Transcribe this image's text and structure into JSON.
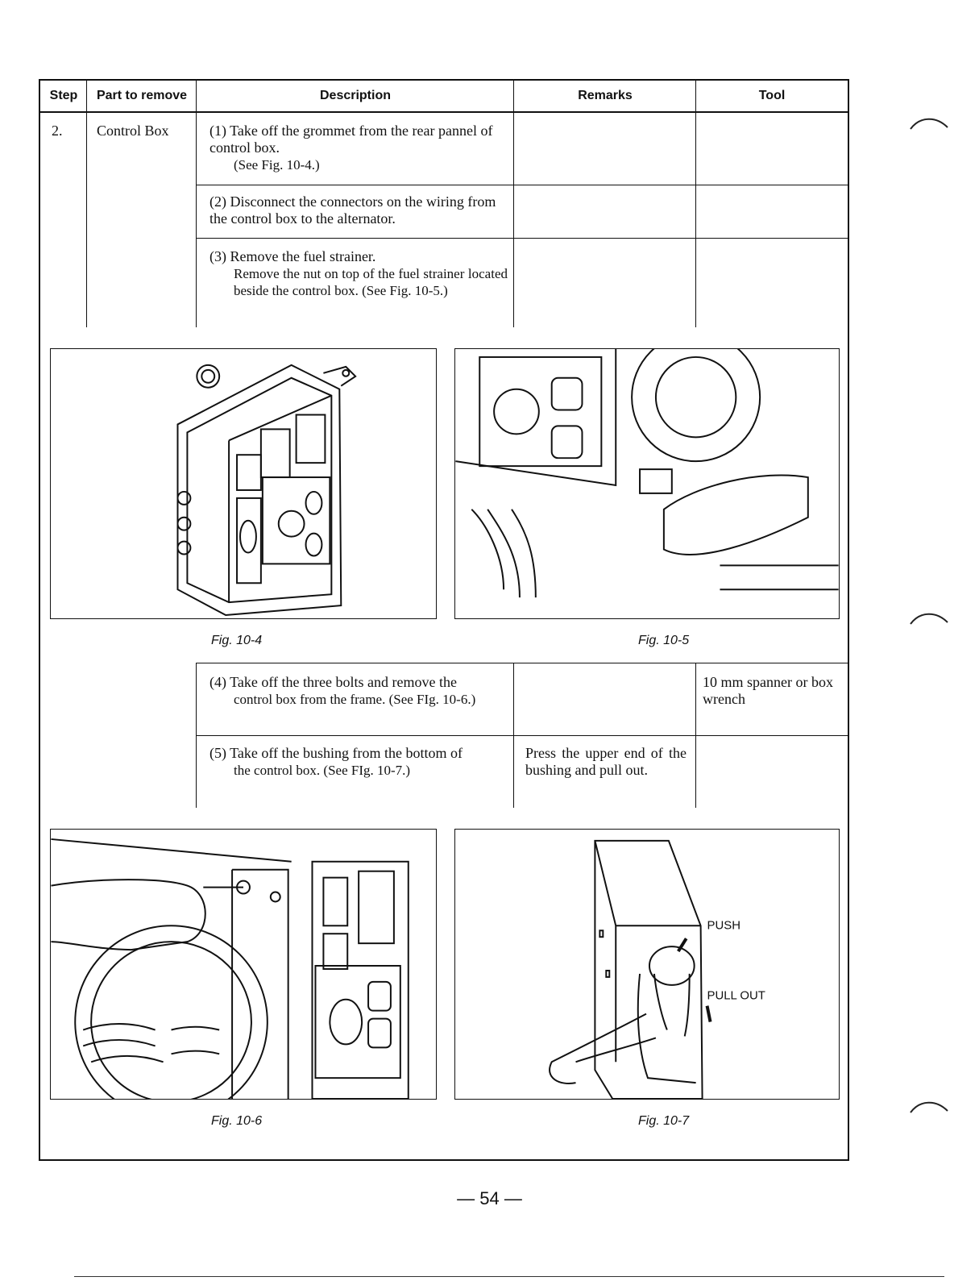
{
  "table": {
    "headers": {
      "step": "Step",
      "part": "Part to remove",
      "description": "Description",
      "remarks": "Remarks",
      "tool": "Tool"
    },
    "step_number": "2.",
    "part_name": "Control Box",
    "rows": [
      {
        "lead": "(1) Take off the grommet from the rear pannel of control box.",
        "body": "(See Fig. 10-4.)",
        "remarks": "",
        "tool": ""
      },
      {
        "lead": "(2) Disconnect the connectors on the wiring from the control box to the alternator.",
        "body": "",
        "remarks": "",
        "tool": ""
      },
      {
        "lead": "(3) Remove the fuel strainer.",
        "body": "Remove the nut on top of the fuel strainer located beside the control box. (See Fig. 10-5.)",
        "remarks": "",
        "tool": ""
      },
      {
        "lead": "(4) Take off the three bolts and remove the",
        "body": "control box from the frame. (See FIg. 10-6.)",
        "remarks": "",
        "tool": "10 mm spanner or box wrench"
      },
      {
        "lead": "(5) Take off the bushing from the bottom of",
        "body": "the control box. (See FIg. 10-7.)",
        "remarks": "Press the upper end of the bushing and pull out.",
        "tool": ""
      }
    ]
  },
  "figures": {
    "fig_10_4": "Fig. 10-4",
    "fig_10_5": "Fig. 10-5",
    "fig_10_6": "Fig. 10-6",
    "fig_10_7": "Fig. 10-7",
    "push_label": "PUSH",
    "pull_out_label": "PULL OUT"
  },
  "page_number": "— 54 —"
}
